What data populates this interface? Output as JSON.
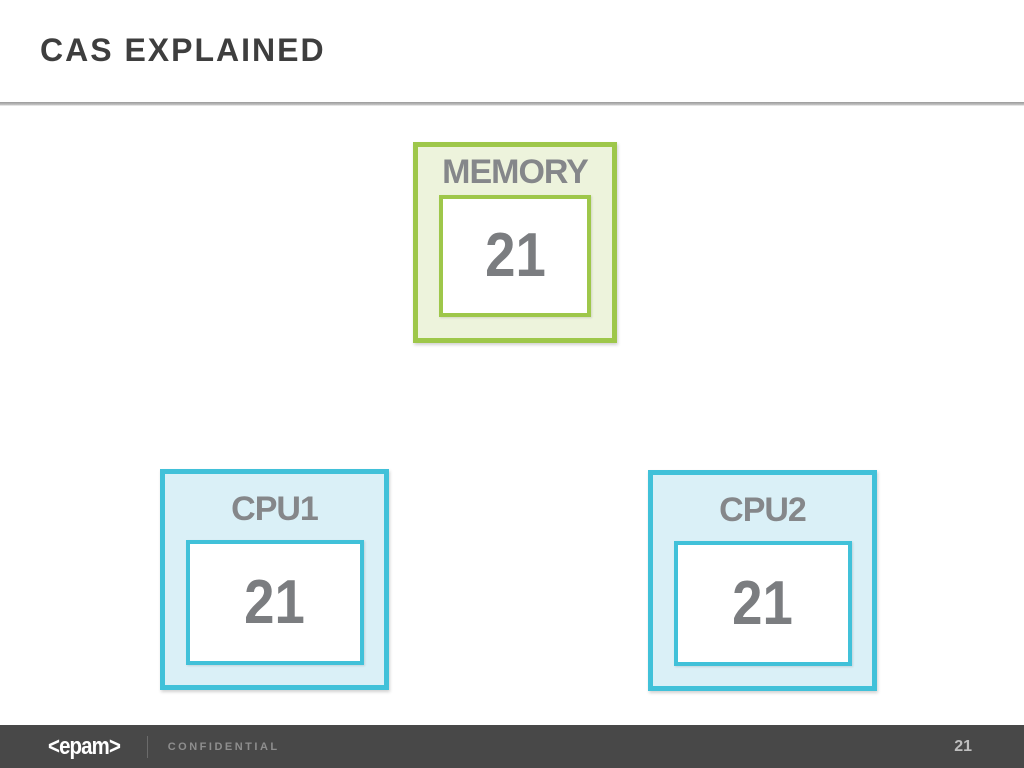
{
  "slide": {
    "title": "CAS EXPLAINED"
  },
  "diagram": {
    "memory": {
      "label": "MEMORY",
      "value": "21"
    },
    "cpu1": {
      "label": "CPU1",
      "value": "21"
    },
    "cpu2": {
      "label": "CPU2",
      "value": "21"
    }
  },
  "footer": {
    "logo": "<epam>",
    "confidential": "CONFIDENTIAL",
    "page_number": "21"
  },
  "colors": {
    "green_border": "#9ec74a",
    "green_fill": "#edf3dc",
    "cyan_border": "#41c1d9",
    "cyan_fill": "#daf0f7",
    "label_gray": "#85878a",
    "value_gray": "#7b7d80",
    "title_gray": "#3e3e3e",
    "footer_bg": "#484848"
  }
}
